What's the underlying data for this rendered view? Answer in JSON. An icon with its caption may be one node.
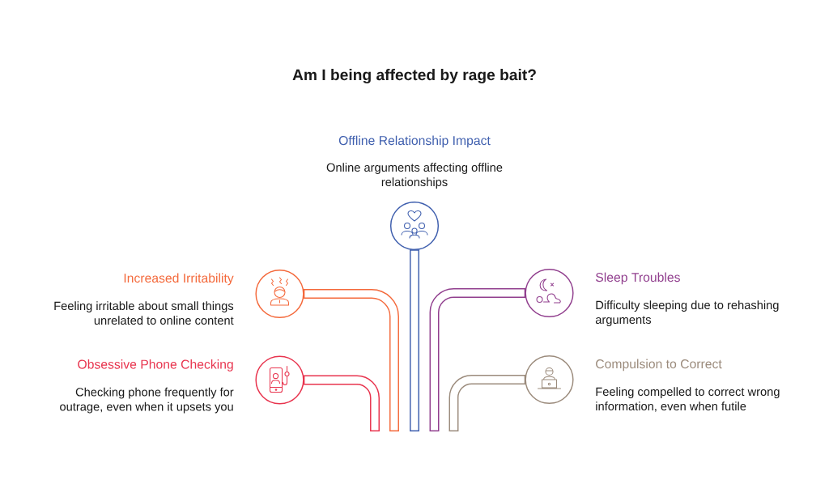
{
  "diagram": {
    "title": "Am I being affected by rage bait?",
    "nodes": [
      {
        "text": [
          "Offline Relationship Impact",
          "Online arguments affecting offline relationships"
        ]
      },
      {
        "text": [
          "Increased Irritability",
          "Feeling irritable about small things unrelated to online content"
        ]
      },
      {
        "text": [
          "Sleep Troubles",
          "Difficulty sleeping due to rehashing arguments"
        ]
      },
      {
        "text": [
          "Obsessive Phone Checking",
          "Checking phone frequently for outrage, even when it upsets you"
        ]
      },
      {
        "text": [
          "Compulsion to Correct",
          "Feeling compelled to correct wrong information, even when futile"
        ]
      }
    ],
    "edges": [
      {
        "from": 0,
        "to": null,
        "arrow": "none",
        "color": "#3f5fae"
      },
      {
        "from": 1,
        "to": null,
        "arrow": "none",
        "color": "#f4693b"
      },
      {
        "from": 2,
        "to": null,
        "arrow": "none",
        "color": "#913f8e"
      },
      {
        "from": 3,
        "to": null,
        "arrow": "none",
        "color": "#e8344e"
      },
      {
        "from": 4,
        "to": null,
        "arrow": "none",
        "color": "#9b8b7c"
      }
    ]
  }
}
